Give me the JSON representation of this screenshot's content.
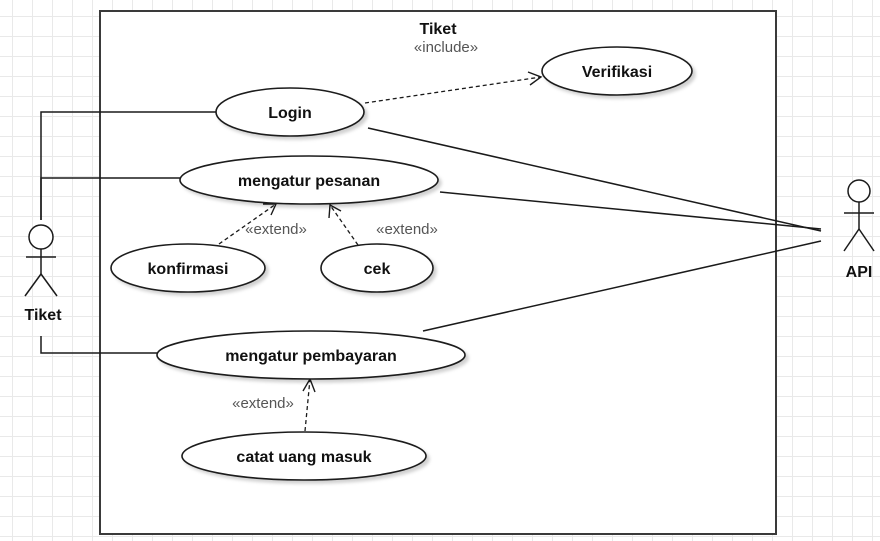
{
  "boundary": {
    "title": "Tiket",
    "stereotype": "«include»"
  },
  "actors": {
    "left": "Tiket",
    "right": "API"
  },
  "use_cases": {
    "login": "Login",
    "verifikasi": "Verifikasi",
    "mengatur_pesanan": "mengatur pesanan",
    "konfirmasi": "konfirmasi",
    "cek": "cek",
    "mengatur_pembayaran": "mengatur pembayaran",
    "catat_uang_masuk": "catat uang masuk"
  },
  "relations": {
    "extend_konfirmasi": "«extend»",
    "extend_cek": "«extend»",
    "extend_catat": "«extend»"
  }
}
